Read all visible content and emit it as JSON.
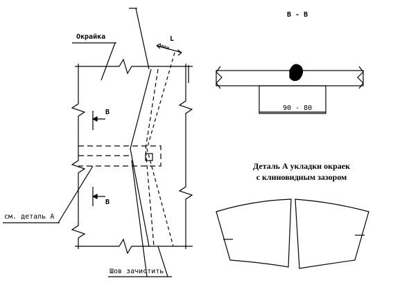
{
  "labels": {
    "okraika": "Окрайка",
    "section_mark_top": "В",
    "section_mark_bottom": "В",
    "see_detail_a": "см. деталь А",
    "weld_clean": "Шов зачистить",
    "dim_l": "L",
    "dim_min": "мин",
    "section_title": "В - В",
    "gap_range": "90 - 80",
    "detail_caption_line1": "Деталь А укладки окраек",
    "detail_caption_line2": "с клиновидным зазором"
  },
  "colors": {
    "ink": "#000000",
    "paper": "#ffffff"
  }
}
